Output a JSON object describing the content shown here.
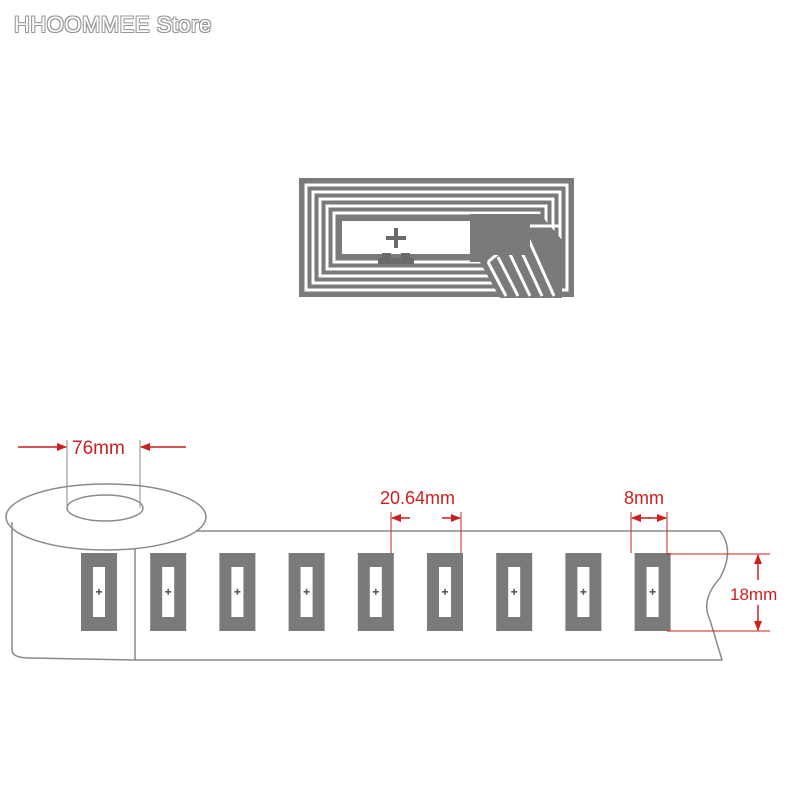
{
  "watermark": "HHOOMMEE Store",
  "colors": {
    "dimension": "#cc1f1f",
    "antenna": "#7a7a7a",
    "outline": "#8a8a8a"
  },
  "dimensions": {
    "core_diameter": "76mm",
    "pitch": "20.64mm",
    "label_width": "8mm",
    "label_height": "18mm"
  },
  "roll": {
    "label_count": 9
  }
}
